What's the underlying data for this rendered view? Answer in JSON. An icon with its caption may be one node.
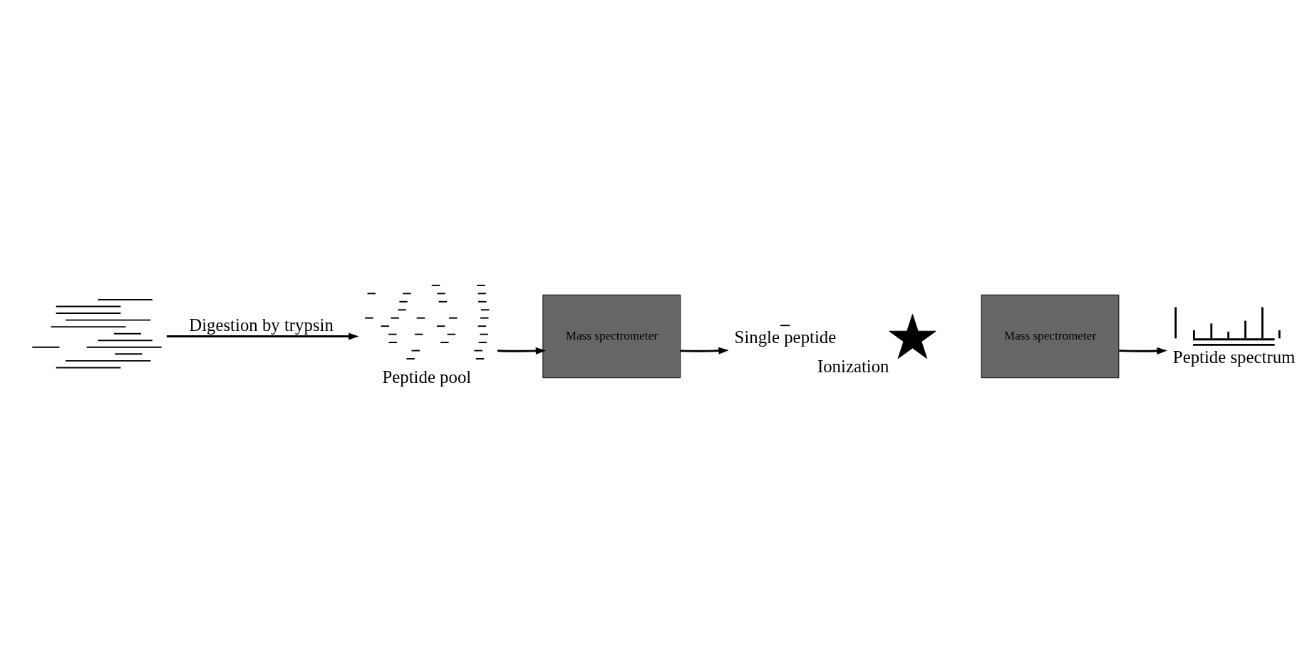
{
  "diagram": {
    "nodes": [
      {
        "text": [],
        "shape": "picture"
      },
      {
        "text": [],
        "shape": "picture",
        "beside": [
          "Peptide pool"
        ]
      },
      {
        "text": [
          "Mass spectrometer"
        ]
      },
      {
        "text": [],
        "shape": "bar",
        "beside": [
          "Single peptide"
        ]
      },
      {
        "text": [],
        "shape": "picture",
        "beside": [
          "Ionization"
        ]
      },
      {
        "text": [
          "Mass spectrometer"
        ]
      },
      {
        "text": [],
        "shape": "picture",
        "beside": [
          "Peptide spectrum"
        ]
      }
    ],
    "edges": [
      {
        "from": 0,
        "to": 1,
        "arrow": "to",
        "label": "Digestion by trypsin"
      },
      {
        "from": 1,
        "to": 2,
        "arrow": "to"
      },
      {
        "from": 2,
        "to": 3,
        "arrow": "to"
      },
      {
        "from": 5,
        "to": 6,
        "arrow": "to"
      }
    ]
  }
}
